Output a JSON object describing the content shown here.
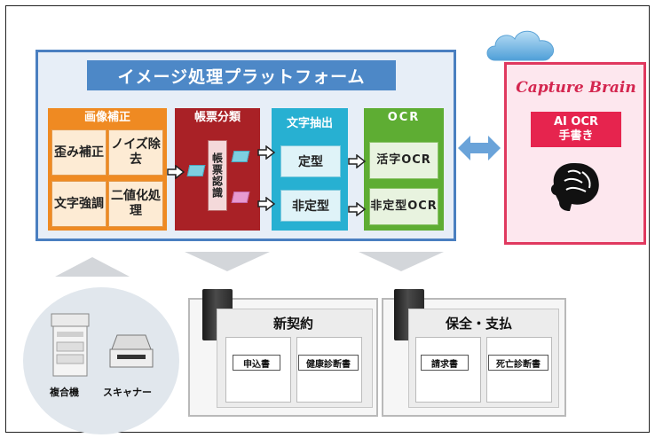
{
  "platform": {
    "title": "イメージ処理プラットフォーム",
    "image_correction": {
      "header": "画像補正",
      "items": [
        "歪み補正",
        "ノイズ除去",
        "文字強調",
        "二値化処理"
      ]
    },
    "form_classification": {
      "header": "帳票分類",
      "recognition": "帳票認識"
    },
    "text_extraction": {
      "header": "文字抽出",
      "fixed": "定型",
      "nonfixed": "非定型"
    },
    "ocr": {
      "header": "OCR",
      "printed": "活字OCR",
      "nonfixed": "非定型OCR"
    }
  },
  "capture_brain": {
    "logo": "Capture Brain",
    "tag_line1": "AI OCR",
    "tag_line2": "手書き",
    "icon": "brain-icon"
  },
  "devices": {
    "mfp": "複合機",
    "scanner": "スキャナー"
  },
  "systems": [
    {
      "title": "新契約",
      "docs": [
        "申込書",
        "健康診断書"
      ]
    },
    {
      "title": "保全・支払",
      "docs": [
        "請求書",
        "死亡診断書"
      ]
    }
  ],
  "colors": {
    "platform_border": "#4a7fc0",
    "title_bar": "#4d88c7",
    "image_correction": "#ef8a22",
    "form_classification": "#a92126",
    "text_extraction": "#27b0d2",
    "ocr": "#5ead33",
    "capture_brain": "#e6244e"
  }
}
